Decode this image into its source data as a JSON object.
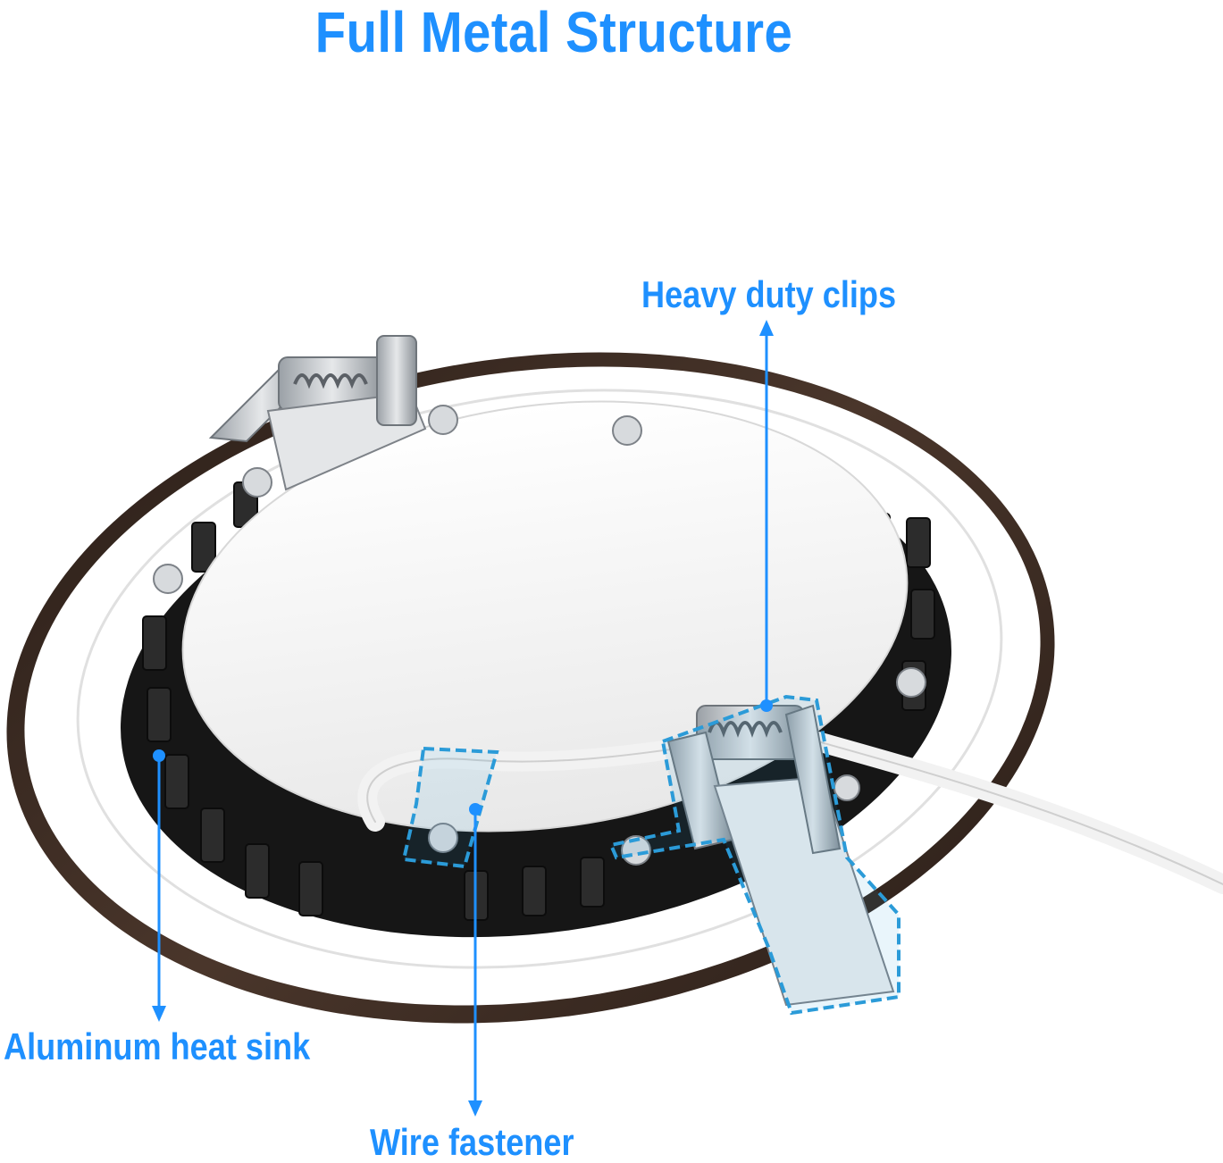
{
  "title": "Full Metal Structure",
  "callouts": {
    "clips": "Heavy duty clips",
    "heatsink": "Aluminum heat sink",
    "fastener": "Wire fastener"
  },
  "colors": {
    "accent": "#1e90ff",
    "callout_border": "#2b9bd8",
    "trim_bronze": "#3a2a22",
    "heatsink": "#1c1c1c",
    "panel": "#f4f4f4",
    "clip_metal": "#c8ccd0"
  },
  "icons": {
    "arrow": "arrow-head",
    "bullet": "callout-dot"
  }
}
